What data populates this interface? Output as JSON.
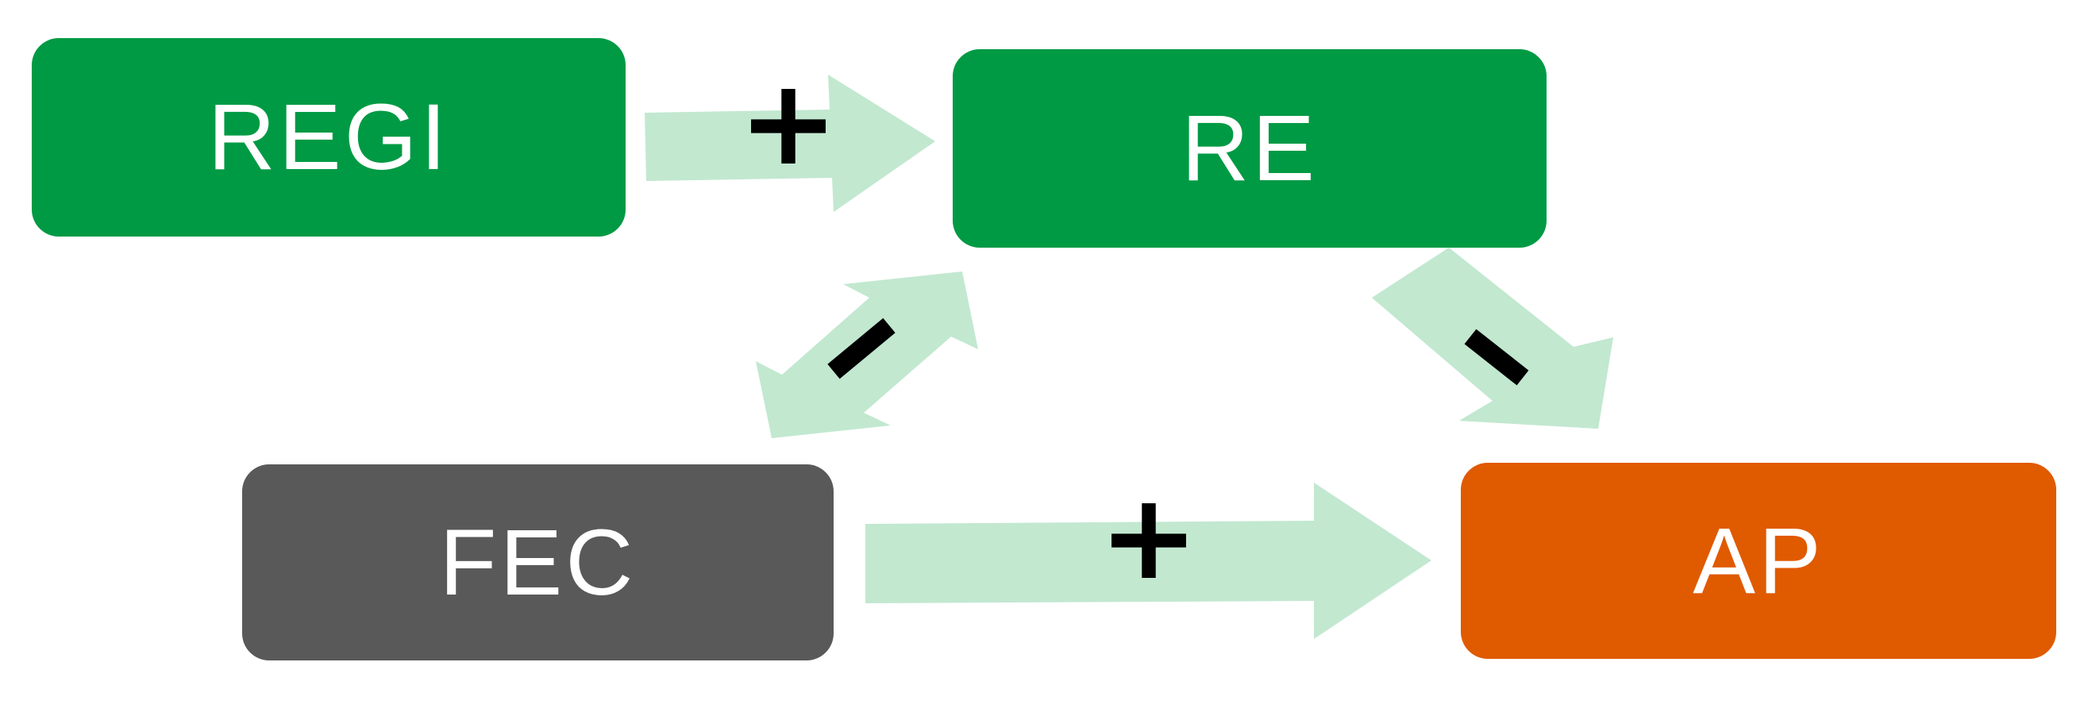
{
  "diagram": {
    "nodes": {
      "regi": {
        "label": "REGI",
        "color": "#009a44"
      },
      "re": {
        "label": "RE",
        "color": "#009a44"
      },
      "fec": {
        "label": "FEC",
        "color": "#595959"
      },
      "ap": {
        "label": "AP",
        "color": "#e05a00"
      }
    },
    "edges": [
      {
        "from": "REGI",
        "to": "RE",
        "sign": "+",
        "direction": "forward"
      },
      {
        "from": "FEC",
        "to": "RE",
        "sign": "-",
        "direction": "bidirectional"
      },
      {
        "from": "RE",
        "to": "AP",
        "sign": "-",
        "direction": "forward"
      },
      {
        "from": "FEC",
        "to": "AP",
        "sign": "+",
        "direction": "forward"
      }
    ],
    "arrow_color": "#c2e8d0",
    "sign_color": "#000000"
  }
}
